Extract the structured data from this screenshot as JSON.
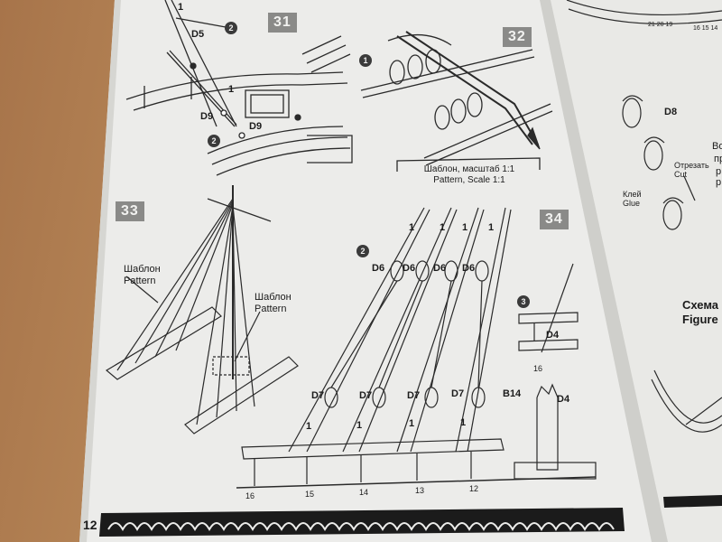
{
  "page": {
    "page_number": "12",
    "panels": {
      "p31": "31",
      "p32": "32",
      "p33": "33",
      "p34": "34"
    },
    "labels": {
      "d5": "D5",
      "d9a": "D9",
      "d9b": "D9",
      "one_a": "1",
      "one_b": "1",
      "two_a": "2",
      "two_b": "2",
      "p32_one": "1",
      "d6a": "D6",
      "d6b": "D6",
      "d6c": "D6",
      "d6d": "D6",
      "d7a": "D7",
      "d7b": "D7",
      "d7c": "D7",
      "d7d": "D7",
      "b14": "B14",
      "d4a": "D4",
      "d4b": "D4",
      "p34_two": "2",
      "p34_three": "3",
      "r1a": "1",
      "r1b": "1",
      "r1c": "1",
      "r1d": "1",
      "t1a": "1",
      "t1b": "1",
      "t1c": "1",
      "t1d": "1",
      "n16": "16",
      "n15": "15",
      "n14": "14",
      "n13": "13",
      "n12": "12",
      "n16b": "16"
    },
    "pattern_33_left_ru": "Шаблон",
    "pattern_33_left_en": "Pattern",
    "pattern_33_right_ru": "Шаблон",
    "pattern_33_right_en": "Pattern",
    "template_ru": "Шаблон, масштаб 1:1",
    "template_en": "Pattern, Scale 1:1"
  },
  "right_page": {
    "d8": "D8",
    "cut_ru": "Отрезать",
    "cut_en": "Cut",
    "glue_ru": "Клей",
    "glue_en": "Glue",
    "scheme_ru": "Схема",
    "scheme_en": "Figure",
    "partial_ru_1": "Во",
    "partial_ru_2": "пр",
    "partial_ru_3": "р",
    "partial_ru_4": "р",
    "ruler_nums": "21 20 19",
    "ruler_nums_b": "16 15 14"
  }
}
